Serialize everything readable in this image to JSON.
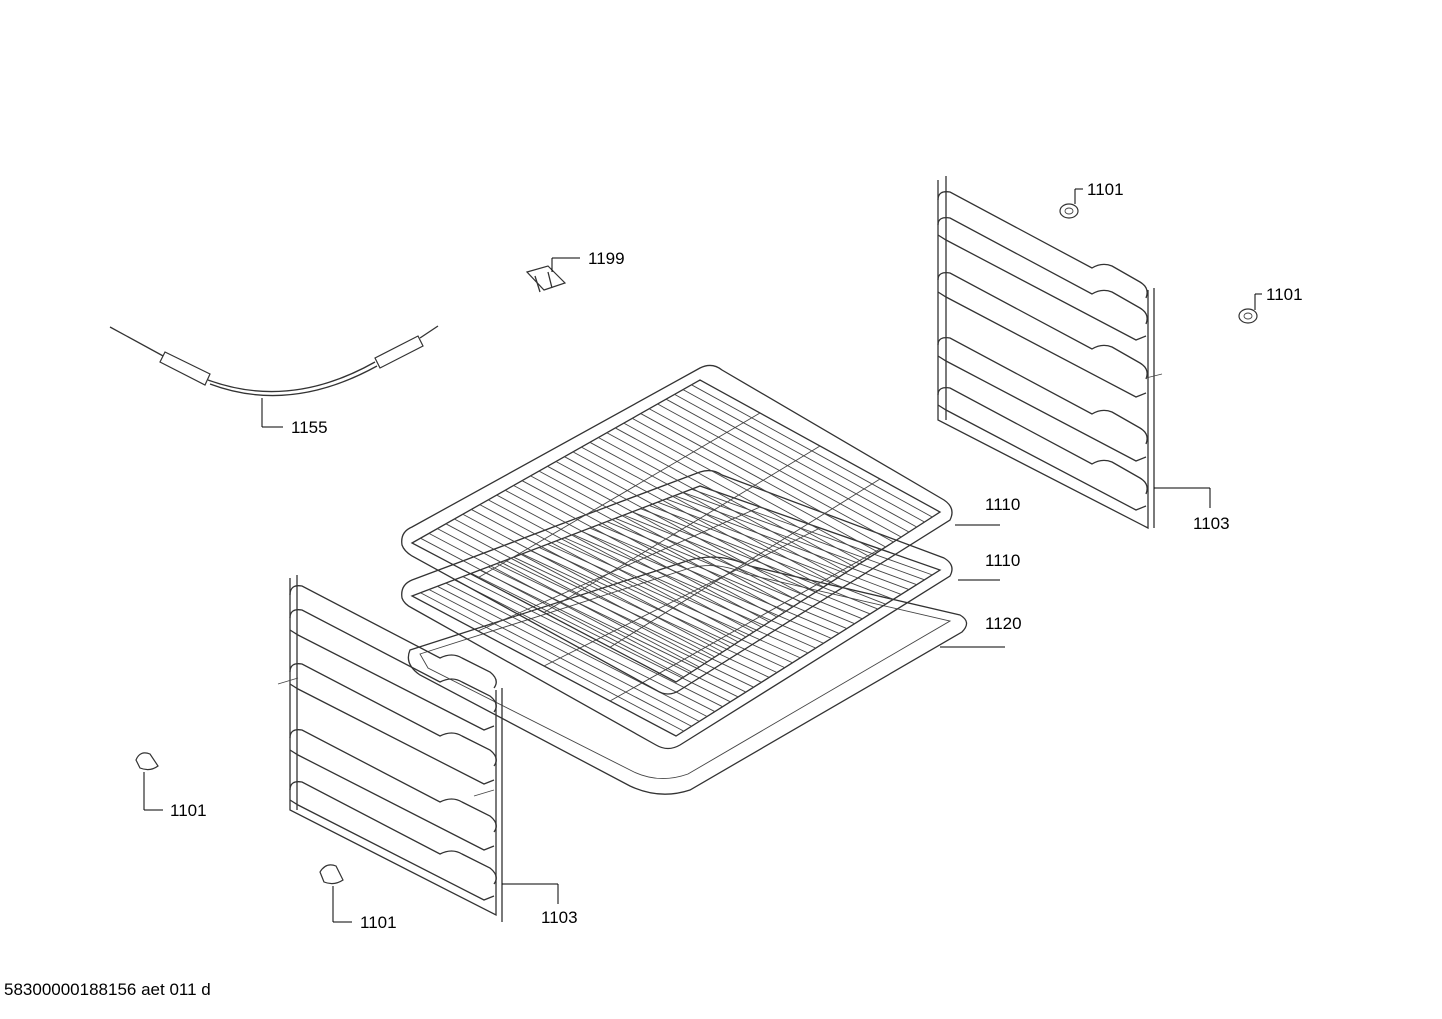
{
  "callouts": {
    "c1101_top": "1101",
    "c1101_right": "1101",
    "c1199": "1199",
    "c1155": "1155",
    "c1110_upper": "1110",
    "c1110_lower": "1110",
    "c1120": "1120",
    "c1103_right": "1103",
    "c1103_left": "1103",
    "c1101_left": "1101",
    "c1101_bottom": "1101"
  },
  "footer": {
    "text": "58300000188156 aet 011 d"
  },
  "colors": {
    "line": "#333333",
    "leader": "#000000",
    "background": "#ffffff"
  }
}
